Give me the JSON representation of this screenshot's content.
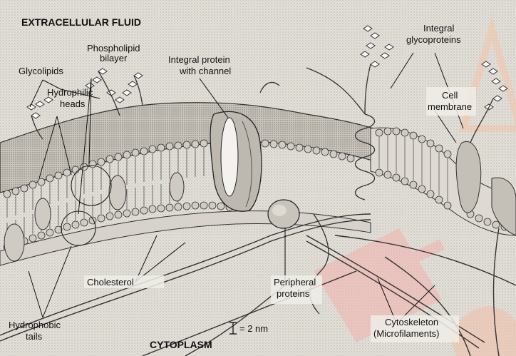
{
  "regions": {
    "top": "EXTRACELLULAR FLUID",
    "bottom": "CYTOPLASM"
  },
  "labels": {
    "glycolipids": "Glycolipids",
    "phospholipid_1": "Phospholipid",
    "phospholipid_2": "bilayer",
    "hydrophilic_1": "Hydrophilic",
    "hydrophilic_2": "heads",
    "channel_1": "Integral protein",
    "channel_2": "with channel",
    "glyco_1": "Integral",
    "glyco_2": "glycoproteins",
    "cellmem_1": "Cell",
    "cellmem_2": "membrane",
    "cholesterol": "Cholesterol",
    "peripheral_1": "Peripheral",
    "peripheral_2": "proteins",
    "hydrophobic_1": "Hydrophobic",
    "hydrophobic_2": "tails",
    "cytoskeleton_1": "Cytoskeleton",
    "cytoskeleton_2": "(Microfilaments)",
    "scale": "= 2 nm"
  },
  "colors": {
    "background": "#f3f0ea",
    "watermark": "#f0a5a0",
    "membrane_face": "#d9d6cf"
  }
}
